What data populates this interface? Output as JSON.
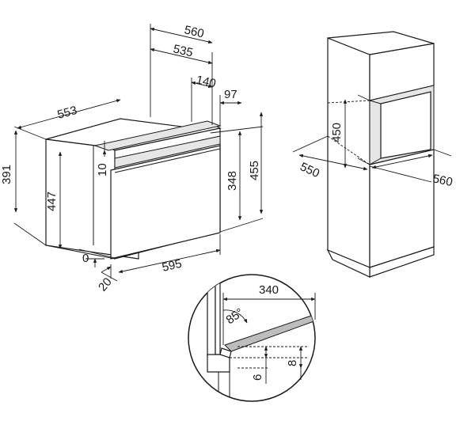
{
  "oven": {
    "dims": {
      "depth_total": "560",
      "depth_body": "535",
      "depth_cutout": "140",
      "panel_offset": "97",
      "width_body": "553",
      "height_cavity": "391",
      "front_gap": "10",
      "height_front": "447",
      "bottom_offset": "0",
      "height_panel": "348",
      "height_total": "455",
      "width_front": "595",
      "door_thickness": "20"
    }
  },
  "cabinet": {
    "dims": {
      "niche_height": "450",
      "niche_depth": "550",
      "niche_width": "560"
    }
  },
  "detail": {
    "dims": {
      "door_reach": "340",
      "door_angle": "85°",
      "gap_lower": "6",
      "gap_upper": "8"
    }
  }
}
